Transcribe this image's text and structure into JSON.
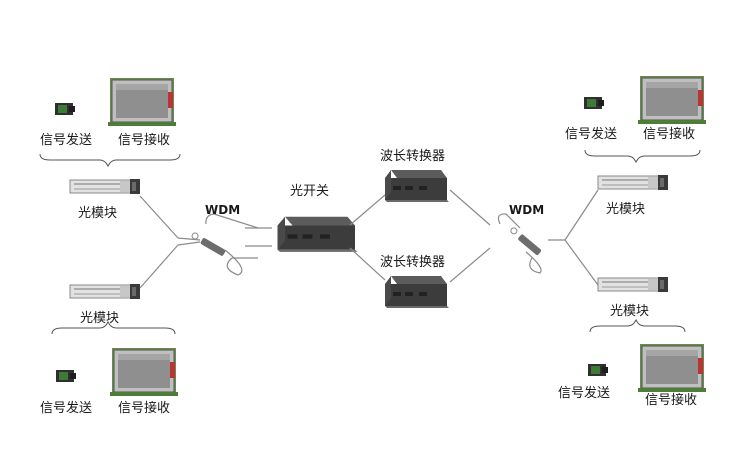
{
  "labels": {
    "sig_send": "信号发送",
    "sig_recv": "信号接收",
    "optical_module": "光模块",
    "wdm": "WDM",
    "optical_switch": "光开关",
    "wavelength_converter": "波长转换器"
  },
  "colors": {
    "line": "#8a8a8a",
    "device_dark": "#3c3c3c",
    "device_top": "#5a5a5a",
    "screen": "#8f8f8f",
    "pcb_green": "#4e7d3a",
    "module_body": "#dcdcdc"
  }
}
